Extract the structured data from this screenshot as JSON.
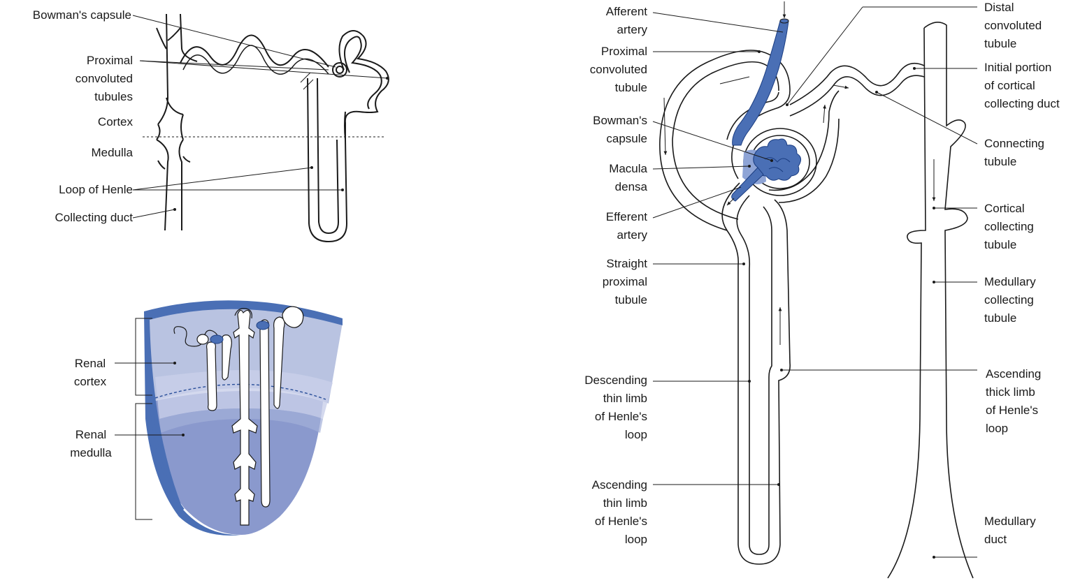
{
  "colors": {
    "accent_blue": "#4a6fb5",
    "cortex_fill": "#b9c3e1",
    "outer_band": "#d2d8ee",
    "medulla_fill": "#8a99cd",
    "capsule_tint": "#8ea4d6",
    "stroke": "#1a1a1a"
  },
  "top_left": {
    "bowmans_capsule": "Bowman's capsule",
    "proximal": [
      "Proximal",
      "convoluted",
      "tubules"
    ],
    "cortex": "Cortex",
    "medulla": "Medulla",
    "loop_of_henle": "Loop of Henle",
    "collecting_duct": "Collecting duct"
  },
  "bottom_left": {
    "renal_cortex": [
      "Renal",
      "cortex"
    ],
    "renal_medulla": [
      "Renal",
      "medulla"
    ]
  },
  "right": {
    "afferent": [
      "Afferent",
      "artery"
    ],
    "proximal": [
      "Proximal",
      "convoluted",
      "tubule"
    ],
    "bowmans": [
      "Bowman's",
      "capsule"
    ],
    "macula": [
      "Macula",
      "densa"
    ],
    "efferent": [
      "Efferent",
      "artery"
    ],
    "straight": [
      "Straight",
      "proximal",
      "tubule"
    ],
    "descending_thin": [
      "Descending",
      "thin limb",
      "of Henle's",
      "loop"
    ],
    "ascending_thin": [
      "Ascending",
      "thin limb",
      "of Henle's",
      "loop"
    ],
    "distal": [
      "Distal",
      "convoluted",
      "tubule"
    ],
    "initial_portion": [
      "Initial portion",
      "of cortical",
      "collecting duct"
    ],
    "connecting": [
      "Connecting",
      "tubule"
    ],
    "cortical_collecting": [
      "Cortical",
      "collecting",
      "tubule"
    ],
    "medullary_collecting": [
      "Medullary",
      "collecting",
      "tubule"
    ],
    "ascending_thick": [
      "Ascending",
      "thick limb",
      "of Henle's",
      "loop"
    ],
    "medullary_duct": [
      "Medullary",
      "duct"
    ]
  }
}
